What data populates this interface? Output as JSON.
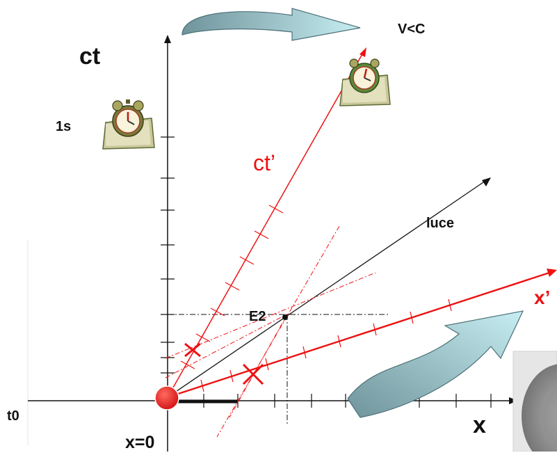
{
  "labels": {
    "ct": "ct",
    "one_second": "1s",
    "v_less_c": "V<C",
    "ct_prime": "ct’",
    "luce": "luce",
    "x_prime": "x’",
    "event_e2": "E2",
    "t0": "t0",
    "x": "x",
    "x_zero": "x=0"
  },
  "colors": {
    "axis": "#111111",
    "moving_frame": "#ee1111",
    "arrow_fill": "#8fc4cc",
    "arrow_stroke": "#4c6f78",
    "origin": "#e3161a"
  },
  "icons": [
    "alarm-clock-icon",
    "alarm-clock-icon"
  ]
}
